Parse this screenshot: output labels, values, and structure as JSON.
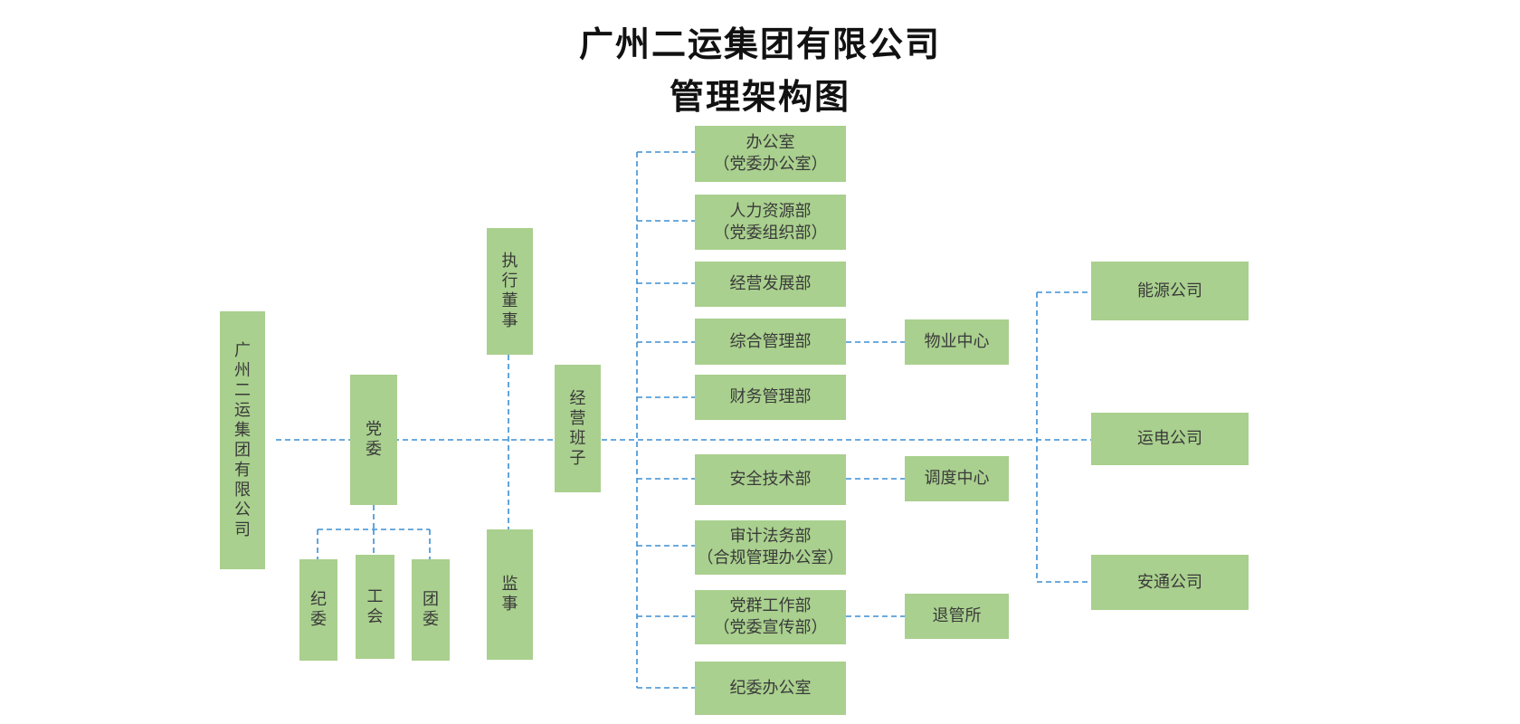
{
  "title": {
    "line1": "广州二运集团有限公司",
    "line2": "管理架构图"
  },
  "colors": {
    "box_fill": "#a9d08e",
    "connector": "#3b8fd4"
  },
  "nodes": {
    "company": "广州二运集团有限公司",
    "party_committee": "党委",
    "discipline_committee": "纪委",
    "labor_union": "工会",
    "youth_league": "团委",
    "executive_director": "执行董事",
    "supervisor": "监事",
    "management_team": "经营班子"
  },
  "departments": [
    {
      "name": "办公室",
      "sub": "（党委办公室）"
    },
    {
      "name": "人力资源部",
      "sub": "（党委组织部）"
    },
    {
      "name": "经营发展部",
      "sub": ""
    },
    {
      "name": "综合管理部",
      "sub": ""
    },
    {
      "name": "财务管理部",
      "sub": ""
    },
    {
      "name": "安全技术部",
      "sub": ""
    },
    {
      "name": "审计法务部",
      "sub": "（合规管理办公室）"
    },
    {
      "name": "党群工作部",
      "sub": "（党委宣传部）"
    },
    {
      "name": "纪委办公室",
      "sub": ""
    }
  ],
  "centers": [
    "物业中心",
    "调度中心",
    "退管所"
  ],
  "subsidiaries": [
    "能源公司",
    "运电公司",
    "安通公司"
  ]
}
